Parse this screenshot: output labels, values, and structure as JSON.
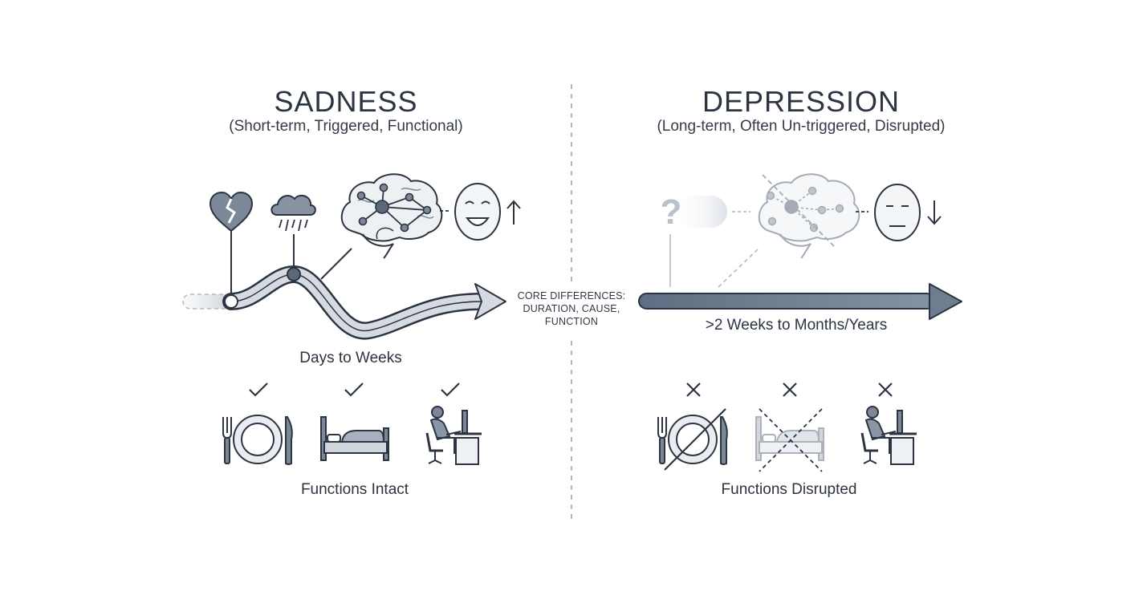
{
  "left": {
    "title": "SADNESS",
    "subtitle": "(Short-term, Triggered, Functional)",
    "duration": "Days to Weeks",
    "functions": "Functions Intact"
  },
  "right": {
    "title": "DEPRESSION",
    "subtitle": "(Long-term, Often Un-triggered, Disrupted)",
    "duration": ">2 Weeks to Months/Years",
    "functions": "Functions Disrupted",
    "unknown_trigger_mark": "?"
  },
  "center": {
    "line1": "CORE DIFFERENCES:",
    "line2": "DURATION, CAUSE,",
    "line3": "FUNCTION"
  },
  "icons": {
    "left": [
      "broken-heart",
      "rain-cloud",
      "brain-network",
      "smiling-face",
      "mood-up-arrow",
      "wavy-timeline-arrow",
      "fork-plate-knife",
      "bed",
      "person-at-desk",
      "check-marks"
    ],
    "right": [
      "question-mark",
      "faded-brain-network",
      "neutral-face",
      "mood-down-arrow",
      "long-straight-arrow",
      "crossed-fork-plate-knife",
      "crossed-bed",
      "person-at-desk",
      "x-marks"
    ]
  },
  "colors": {
    "ink": "#2b3440",
    "fill": "#cfd5dd",
    "arrow_dark": "#6b7a8d",
    "faded": "#b7bfca"
  }
}
